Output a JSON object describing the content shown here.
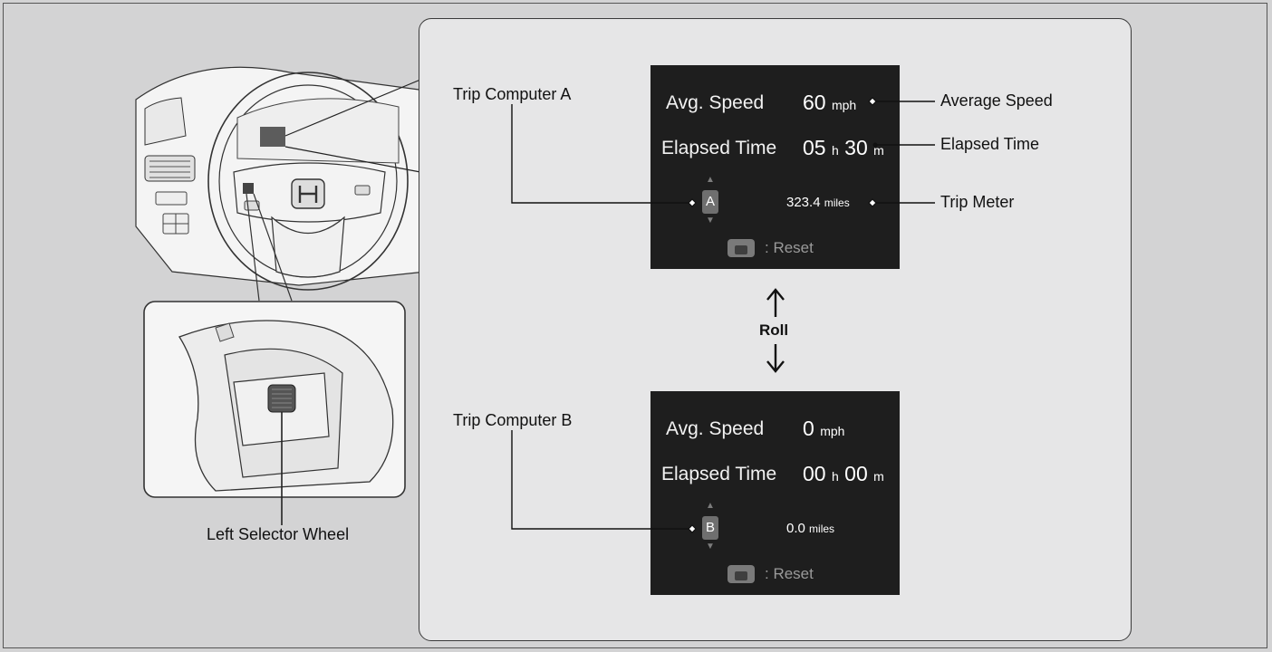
{
  "labels": {
    "trip_a": "Trip Computer A",
    "trip_b": "Trip Computer B",
    "average_speed": "Average Speed",
    "elapsed_time": "Elapsed Time",
    "trip_meter": "Trip Meter",
    "left_selector_wheel": "Left Selector Wheel",
    "roll": "Roll"
  },
  "screen_a": {
    "avg_speed_label": "Avg. Speed",
    "avg_speed_value": "60",
    "avg_speed_unit": "mph",
    "elapsed_label": "Elapsed Time",
    "hours": "05",
    "h": "h",
    "minutes": "30",
    "m": "m",
    "selector": "A",
    "distance": "323.4",
    "distance_unit": "miles",
    "reset_text": ": Reset"
  },
  "screen_b": {
    "avg_speed_label": "Avg. Speed",
    "avg_speed_value": "0",
    "avg_speed_unit": "mph",
    "elapsed_label": "Elapsed Time",
    "hours": "00",
    "h": "h",
    "minutes": "00",
    "m": "m",
    "selector": "B",
    "distance": "0.0",
    "distance_unit": "miles",
    "reset_text": ": Reset"
  },
  "colors": {
    "background": "#d3d3d4",
    "panel": "#e6e6e7",
    "screen": "#1e1e1e"
  }
}
